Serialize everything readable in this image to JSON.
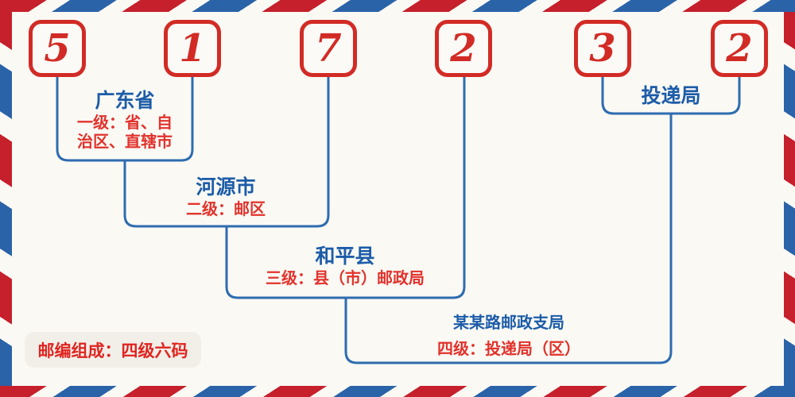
{
  "postal_code": {
    "digits": [
      "5",
      "1",
      "7",
      "2",
      "3",
      "2"
    ]
  },
  "levels": [
    {
      "name": "广东省",
      "description_line1": "一级：省、自",
      "description_line2": "治区、直辖市"
    },
    {
      "name": "河源市",
      "description_line1": "二级：邮区"
    },
    {
      "name": "和平县",
      "description_line1": "三级：县（市）邮政局"
    },
    {
      "name": "某某路邮政支局",
      "description_line1": "四级：投递局（区）"
    },
    {
      "name": "投递局"
    }
  ],
  "footer": {
    "composition_note": "邮编组成：四级六码"
  },
  "colors": {
    "stripe_red": "#c5202b",
    "stripe_blue": "#2a63a8",
    "digit_red": "#d22b25",
    "connector_blue": "#2e6cb0",
    "place_name_blue": "#1c5ca8",
    "description_red": "#e2322c",
    "background": "#faf9f4",
    "note_pill_background": "#f2efe9"
  }
}
